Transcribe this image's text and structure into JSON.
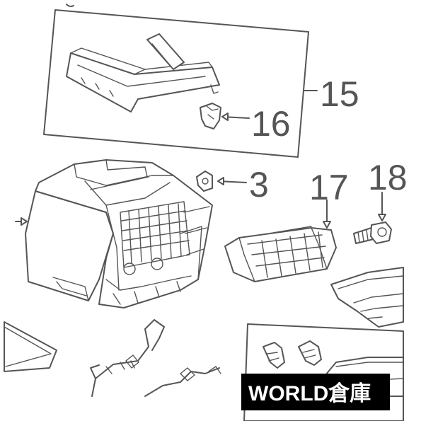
{
  "callouts": {
    "c15": "15",
    "c16": "16",
    "c3": "3",
    "c17": "17",
    "c18": "18"
  },
  "watermark": {
    "text": "WORLD倉庫"
  },
  "colors": {
    "line": "#555555",
    "background": "#ffffff",
    "watermark_bg": "#000000",
    "watermark_text": "#ffffff"
  }
}
